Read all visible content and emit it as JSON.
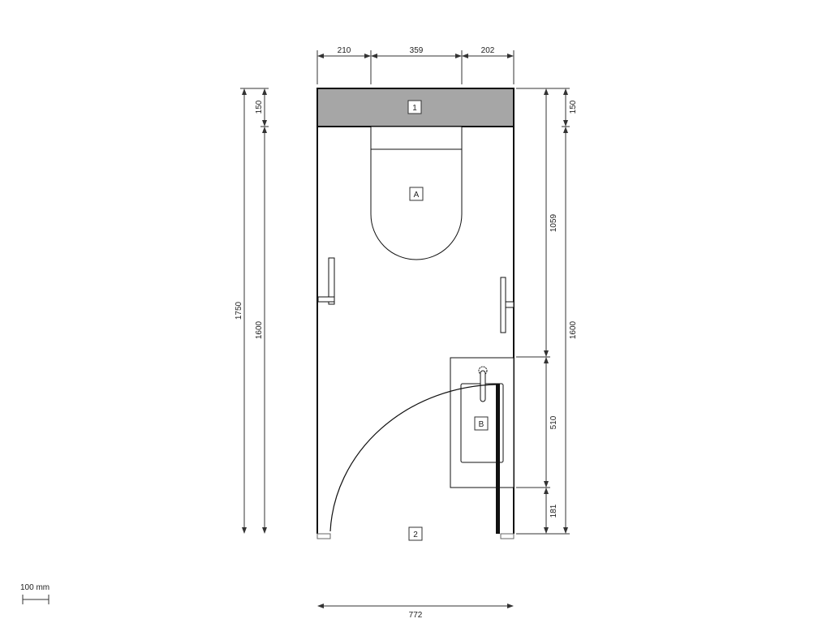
{
  "plan": {
    "top_dims": [
      "210",
      "359",
      "202"
    ],
    "left_dims": {
      "total": "1750",
      "top": "150",
      "main": "1600"
    },
    "right_dims": {
      "top": "150",
      "main": "1600",
      "toilet_zone": "1059",
      "vanity": "510",
      "bottom": "181"
    },
    "bottom_dim": "772",
    "scale_label": "100 mm",
    "tags": {
      "wall": "1",
      "toilet": "A",
      "vanity": "B",
      "door": "2"
    },
    "colors": {
      "wall_fill": "#a6a6a6",
      "line": "#111111"
    }
  }
}
